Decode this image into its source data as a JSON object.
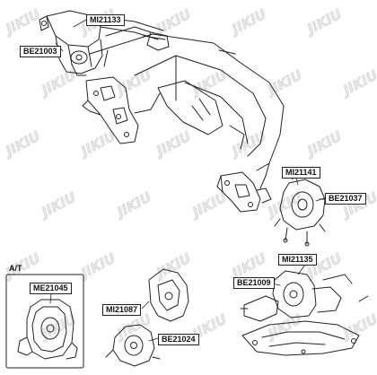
{
  "part_labels": [
    {
      "id": "mi21133",
      "text": "MI21133"
    },
    {
      "id": "be21003",
      "text": "BE21003"
    },
    {
      "id": "mi21141",
      "text": "MI21141"
    },
    {
      "id": "be21037",
      "text": "BE21037"
    },
    {
      "id": "mi21135",
      "text": "MI21135"
    },
    {
      "id": "be21009",
      "text": "BE21009"
    },
    {
      "id": "me21045",
      "text": "ME21045"
    },
    {
      "id": "mi21087",
      "text": "MI21087"
    },
    {
      "id": "be21024",
      "text": "BE21024"
    }
  ],
  "section_label": "A/T",
  "watermark": {
    "text": "JIKIU",
    "color": "#dcdcdc"
  },
  "colors": {
    "line": "#222222",
    "background": "#ffffff"
  }
}
